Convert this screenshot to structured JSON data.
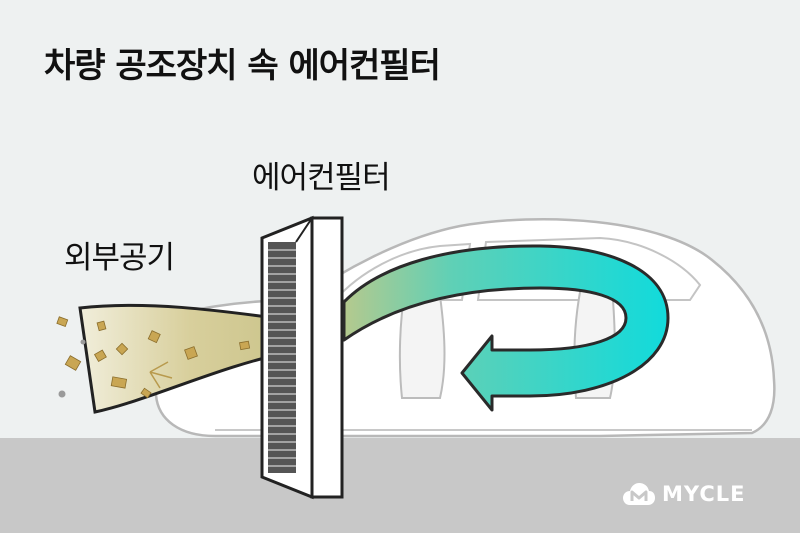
{
  "title": "차량 공조장치 속 에어컨필터",
  "labels": {
    "filter": "에어컨필터",
    "outside_air": "외부공기"
  },
  "brand": {
    "name": "MYCLE",
    "icon": "mycle-cloud-logo-icon"
  },
  "colors": {
    "background": "#eef1f1",
    "ground": "#c8c8c8",
    "airflow_start": "#c8bf84",
    "airflow_end": "#14dada",
    "arrow_outline": "#2a2a2a"
  }
}
